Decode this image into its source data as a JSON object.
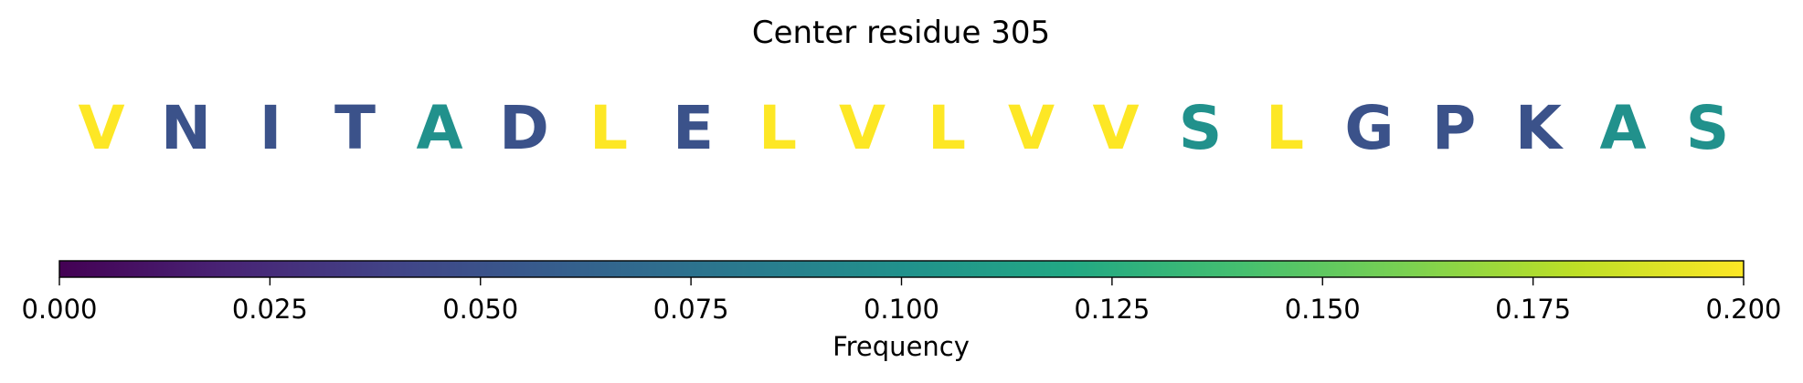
{
  "chart_data": {
    "type": "heatmap",
    "title": "Center residue 305",
    "residues": [
      {
        "letter": "V",
        "frequency": 0.2
      },
      {
        "letter": "N",
        "frequency": 0.05
      },
      {
        "letter": "I",
        "frequency": 0.05
      },
      {
        "letter": "T",
        "frequency": 0.05
      },
      {
        "letter": "A",
        "frequency": 0.1
      },
      {
        "letter": "D",
        "frequency": 0.05
      },
      {
        "letter": "L",
        "frequency": 0.2
      },
      {
        "letter": "E",
        "frequency": 0.05
      },
      {
        "letter": "L",
        "frequency": 0.2
      },
      {
        "letter": "V",
        "frequency": 0.2
      },
      {
        "letter": "L",
        "frequency": 0.2
      },
      {
        "letter": "V",
        "frequency": 0.2
      },
      {
        "letter": "V",
        "frequency": 0.2
      },
      {
        "letter": "S",
        "frequency": 0.1
      },
      {
        "letter": "L",
        "frequency": 0.2
      },
      {
        "letter": "G",
        "frequency": 0.05
      },
      {
        "letter": "P",
        "frequency": 0.05
      },
      {
        "letter": "K",
        "frequency": 0.05
      },
      {
        "letter": "A",
        "frequency": 0.1
      },
      {
        "letter": "S",
        "frequency": 0.1
      }
    ],
    "colorbar": {
      "label": "Frequency",
      "range": [
        0,
        0.2
      ],
      "colormap": "viridis",
      "ticks": [
        0,
        0.025,
        0.05,
        0.075,
        0.1,
        0.125,
        0.15,
        0.175,
        0.2
      ],
      "tick_labels": [
        "0.000",
        "0.025",
        "0.050",
        "0.075",
        "0.100",
        "0.125",
        "0.150",
        "0.175",
        "0.200"
      ]
    }
  }
}
